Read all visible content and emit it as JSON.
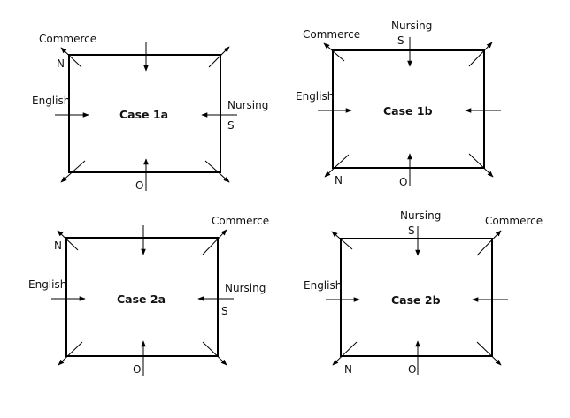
{
  "diagrams": [
    {
      "id": "1a",
      "title": "Case 1a",
      "labels": {
        "commerce": "Commerce",
        "english": "English",
        "nursing": "Nursing",
        "n": "N",
        "s": "S",
        "o": "O"
      }
    },
    {
      "id": "1b",
      "title": "Case 1b",
      "labels": {
        "commerce": "Commerce",
        "english": "English",
        "nursing": "Nursing",
        "n": "N",
        "s": "S",
        "o": "O"
      }
    },
    {
      "id": "2a",
      "title": "Case 2a",
      "labels": {
        "commerce": "Commerce",
        "english": "English",
        "nursing": "Nursing",
        "n": "N",
        "s": "S",
        "o": "O"
      }
    },
    {
      "id": "2b",
      "title": "Case 2b",
      "labels": {
        "commerce": "Commerce",
        "english": "English",
        "nursing": "Nursing",
        "n": "N",
        "s": "S",
        "o": "O"
      }
    }
  ]
}
